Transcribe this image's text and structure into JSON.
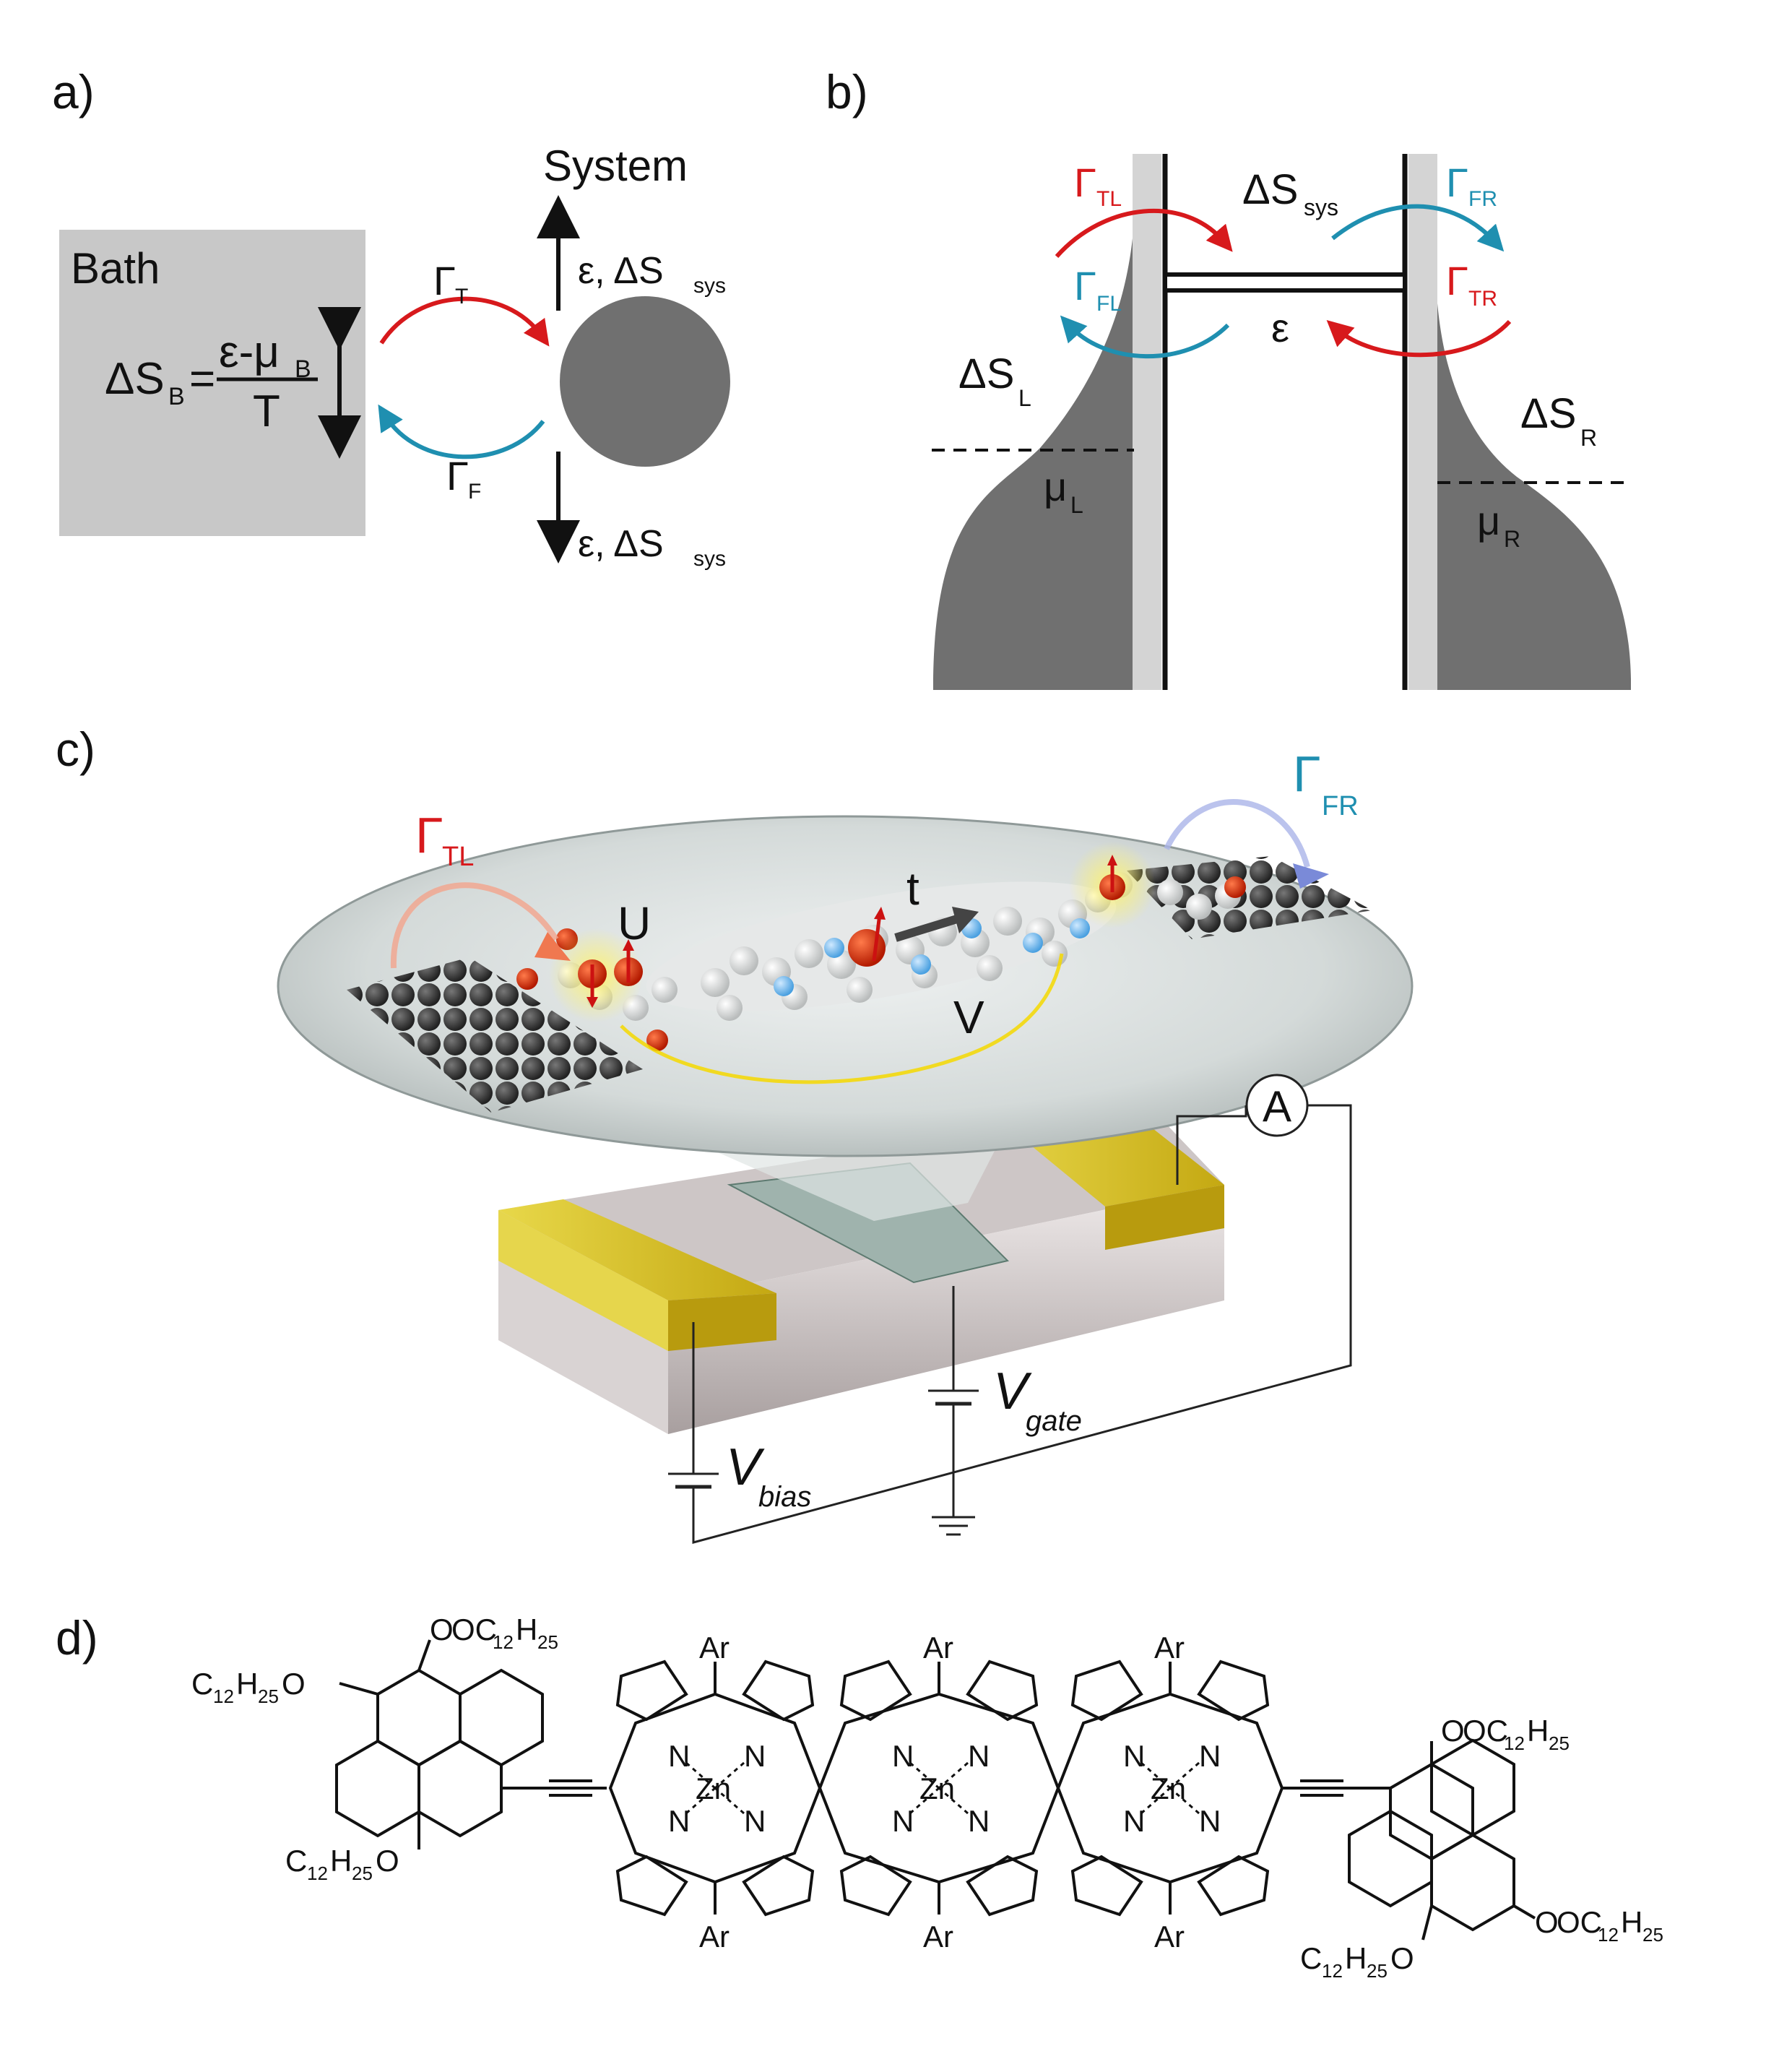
{
  "panels": {
    "a": {
      "label": "a)",
      "bath_label": "Bath",
      "entropy_lhs": "ΔS",
      "entropy_lhs_sub": "B",
      "entropy_num_main": "ε-μ",
      "entropy_num_sub": "B",
      "entropy_den": "T",
      "system_label": "System",
      "gamma": "Γ",
      "gamma_to_sub": "T",
      "gamma_from_sub": "F",
      "energy_up": "ε, ΔS",
      "energy_up_sub": "sys",
      "energy_down": "ε, ΔS",
      "energy_down_sub": "sys"
    },
    "b": {
      "label": "b)",
      "gamma": "Γ",
      "gamma_tl_sub": "TL",
      "gamma_fl_sub": "FL",
      "gamma_fr_sub": "FR",
      "gamma_tr_sub": "TR",
      "ds_sys": "ΔS",
      "ds_sys_sub": "sys",
      "epsilon": "ε",
      "ds_l": "ΔS",
      "ds_l_sub": "L",
      "ds_r": "ΔS",
      "ds_r_sub": "R",
      "mu_l": "μ",
      "mu_l_sub": "L",
      "mu_r": "μ",
      "mu_r_sub": "R"
    },
    "c": {
      "label": "c)",
      "gamma": "Γ",
      "gamma_tl_sub": "TL",
      "gamma_fr_sub": "FR",
      "u": "U",
      "t": "t",
      "v": "V",
      "ammeter": "A",
      "v_gate": "V",
      "v_gate_sub": "gate",
      "v_bias": "V",
      "v_bias_sub": "bias"
    },
    "d": {
      "label": "d)",
      "ar": "Ar",
      "zn": "Zn",
      "n": "N",
      "sub_oc_tl": "OC",
      "sub_c12h25o_left": "C",
      "twelve": "12",
      "h": "H",
      "twentyfive": "25",
      "o": "O"
    }
  },
  "colors": {
    "tunnel_to": "#d7191c",
    "tunnel_from": "#1f8fb0",
    "bath_fill": "#c8c8c8",
    "lead_fill": "#707070",
    "system_fill": "#707070",
    "gold": "#d9c21a"
  }
}
